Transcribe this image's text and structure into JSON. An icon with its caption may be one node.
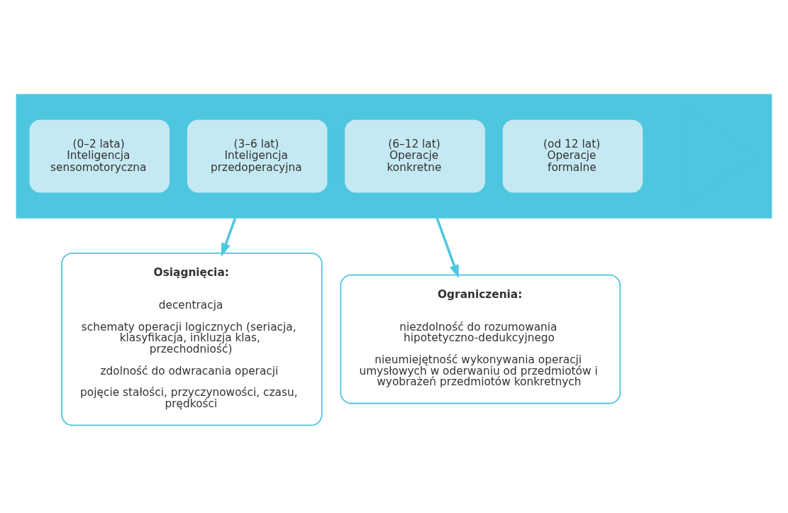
{
  "diagram": {
    "nodes": [
      {
        "text": [],
        "shape": "arrow"
      },
      {
        "text": [
          "(0–2 lata)",
          "Inteligencja sensomotoryczna"
        ],
        "in": 0
      },
      {
        "text": [
          "(3–6 lat)",
          "Inteligencja przedoperacyjna"
        ],
        "in": 0
      },
      {
        "text": [
          "(6–12 lat)",
          "Operacje konkretne"
        ],
        "in": 0
      },
      {
        "text": [
          "(od 12 lat)",
          "Operacje formalne"
        ],
        "in": 0
      },
      {
        "text": [
          "Osiągnięcia:",
          "decentracja",
          "schematy operacji logicznych (seriacja, klasyfikacja, inkluzja klas, przechodniość)",
          "zdolność do odwracania operacji",
          "pojęcie stałości, przyczynowości, czasu, prędkości"
        ]
      },
      {
        "text": [
          "Ograniczenia:",
          "niezdolność do rozumowania hipotetyczno-dedukcyjnego",
          "nieumiejętność wykonywania operacji umysłowych w oderwaniu od przedmiotów i wyobrażeń przedmiotów konkretnych"
        ]
      }
    ],
    "edges": [
      {
        "from": 0,
        "to": 5,
        "arrow": "to"
      },
      {
        "from": 0,
        "to": 6,
        "arrow": "to"
      }
    ]
  }
}
